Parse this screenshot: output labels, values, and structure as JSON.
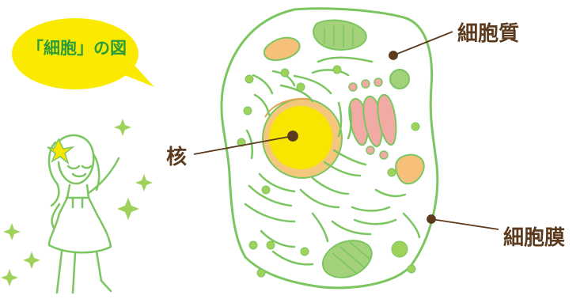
{
  "bubble": {
    "text": "「細胞」の図"
  },
  "labels": {
    "cytoplasm": "細胞質",
    "nucleus": "核",
    "membrane": "細胞膜"
  },
  "colors": {
    "membrane": "#7cc661",
    "nucleus": "#f6e600",
    "nucleus_ring": "#f5c77c",
    "orange_organelle": "#f6c07a",
    "pink_organelle": "#f2aaa4",
    "vacuole_green": "#a3d27a",
    "small_dot": "#9ed25b",
    "pointer": "#5b3a1e",
    "bubble": "#f9ea00",
    "bubble_text": "#2e9c3a",
    "sparkle": "#9ed25b"
  }
}
